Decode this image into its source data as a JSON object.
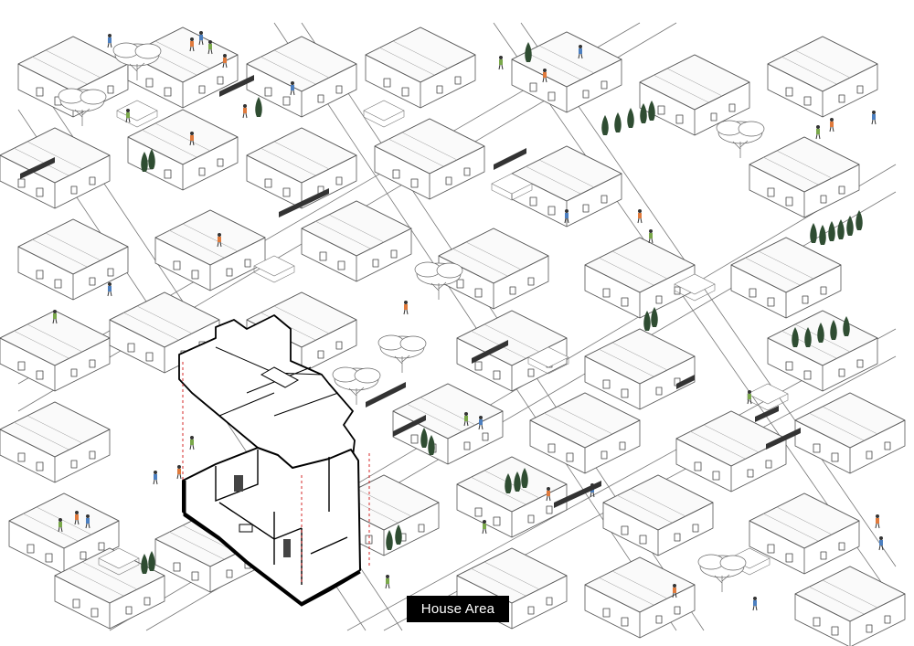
{
  "caption": {
    "label": "House Area"
  },
  "colors": {
    "background": "#ffffff",
    "line": "#555555",
    "highlight_outline": "#000000",
    "projection_line": "#d42a2a",
    "tree": "#2f4d32",
    "caption_bg": "#000000",
    "caption_text": "#ffffff"
  },
  "icons": [
    "roof-block",
    "cypress-tree",
    "canopy-tree",
    "person-figure",
    "window",
    "fence"
  ]
}
